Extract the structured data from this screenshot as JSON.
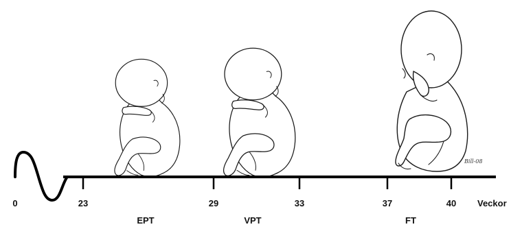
{
  "timeline": {
    "ticks": [
      "0",
      "23",
      "29",
      "33",
      "37",
      "40"
    ],
    "unit_label": "Veckor"
  },
  "categories": [
    {
      "label": "EPT"
    },
    {
      "label": "VPT"
    },
    {
      "label": "FT"
    }
  ],
  "colors": {
    "line": "#000000",
    "outline": "#1a1a1a",
    "background": "#ffffff"
  },
  "signature": "Bill-08"
}
